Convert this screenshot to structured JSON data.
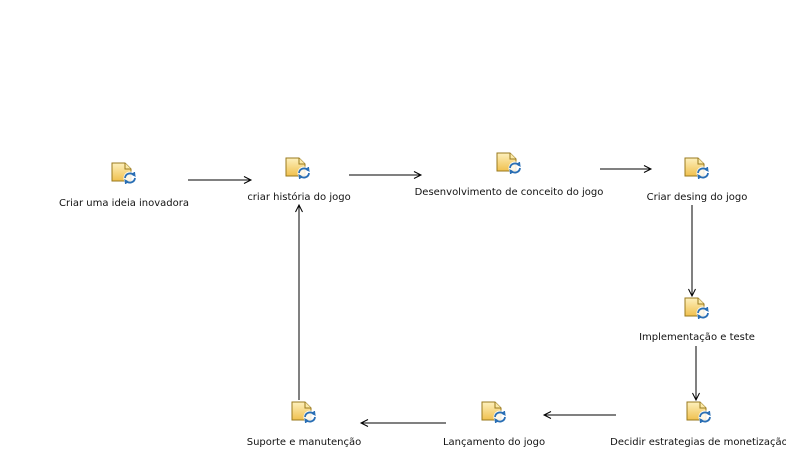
{
  "diagram": {
    "nodes": [
      {
        "id": "n1",
        "label": "Criar uma ideia inovadora",
        "icon": "process-task-icon"
      },
      {
        "id": "n2",
        "label": "criar história do jogo",
        "icon": "process-task-icon"
      },
      {
        "id": "n3",
        "label": "Desenvolvimento de conceito do jogo",
        "icon": "process-task-icon"
      },
      {
        "id": "n4",
        "label": "Criar desing do jogo",
        "icon": "process-task-icon"
      },
      {
        "id": "n5",
        "label": "Implementação e teste",
        "icon": "process-task-icon"
      },
      {
        "id": "n6",
        "label": "Decidir estrategias de monetização",
        "icon": "process-task-icon"
      },
      {
        "id": "n7",
        "label": "Lançamento do jogo",
        "icon": "process-task-icon"
      },
      {
        "id": "n8",
        "label": "Suporte e manutenção",
        "icon": "process-task-icon"
      }
    ],
    "edges": [
      {
        "from": "n1",
        "to": "n2"
      },
      {
        "from": "n2",
        "to": "n3"
      },
      {
        "from": "n3",
        "to": "n4"
      },
      {
        "from": "n4",
        "to": "n5"
      },
      {
        "from": "n5",
        "to": "n6"
      },
      {
        "from": "n6",
        "to": "n7"
      },
      {
        "from": "n7",
        "to": "n8"
      },
      {
        "from": "n8",
        "to": "n2"
      }
    ],
    "colors": {
      "icon_fill": "#f3c95a",
      "icon_fill_light": "#fbe9a8",
      "icon_stroke": "#9a7a1e",
      "refresh_icon": "#2a6fb5",
      "edge": "#000000",
      "label": "#111111"
    }
  }
}
